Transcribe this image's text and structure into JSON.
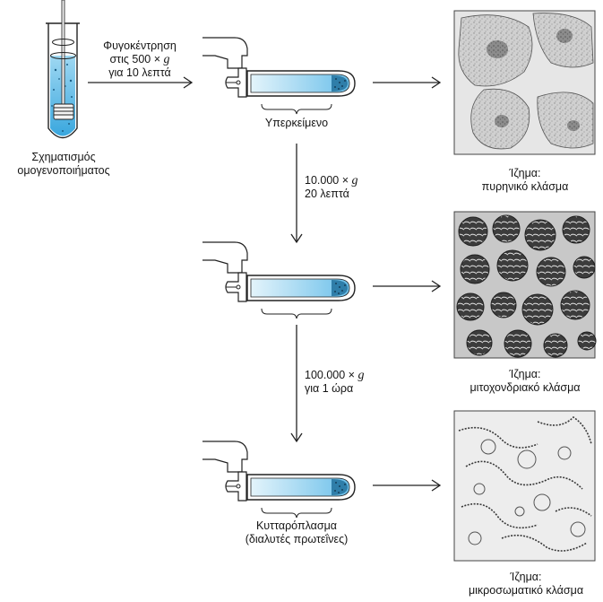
{
  "homogenate": {
    "label_line1": "Σχηματισμός",
    "label_line2": "ομογενοποιήματος"
  },
  "step1": {
    "line1": "Φυγοκέντρηση",
    "line2_prefix": "στις 500 ×",
    "g": "g",
    "line3": "για 10 λεπτά"
  },
  "step2": {
    "line1_prefix": "10.000 ×",
    "g": "g",
    "line2": "20 λεπτά"
  },
  "step3": {
    "line1_prefix": "100.000 ×",
    "g": "g",
    "line2": "για 1 ώρα"
  },
  "supernatant_label": "Υπερκείμενο",
  "cytoplasm": {
    "line1": "Κυτταρόπλασμα",
    "line2": "(διαλυτές πρωτεΐνες)"
  },
  "pellets": [
    {
      "line1": "Ίζημα:",
      "line2": "πυρηνικό κλάσμα"
    },
    {
      "line1": "Ίζημα:",
      "line2": "μιτοχονδριακό κλάσμα"
    },
    {
      "line1": "Ίζημα:",
      "line2": "μικροσωματικό κλάσμα"
    }
  ],
  "colors": {
    "tube_liquid_start": "#5ab8e6",
    "tube_liquid_end": "#e2f3fb",
    "micrograph_bg": "#d9d9d9"
  }
}
